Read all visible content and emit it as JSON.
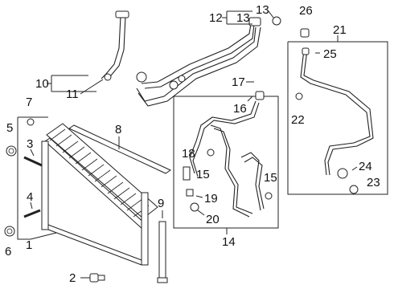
{
  "diagram": {
    "callouts": {
      "c1": "1",
      "c2": "2",
      "c3": "3",
      "c4": "4",
      "c5": "5",
      "c6": "6",
      "c7": "7",
      "c8": "8",
      "c9": "9",
      "c10": "10",
      "c11": "11",
      "c12": "12",
      "c13a": "13",
      "c13b": "13",
      "c14": "14",
      "c15a": "15",
      "c15b": "15",
      "c16": "16",
      "c17": "17",
      "c18": "18",
      "c19": "19",
      "c20": "20",
      "c21": "21",
      "c22": "22",
      "c23": "23",
      "c24": "24",
      "c25": "25",
      "c26": "26"
    }
  }
}
